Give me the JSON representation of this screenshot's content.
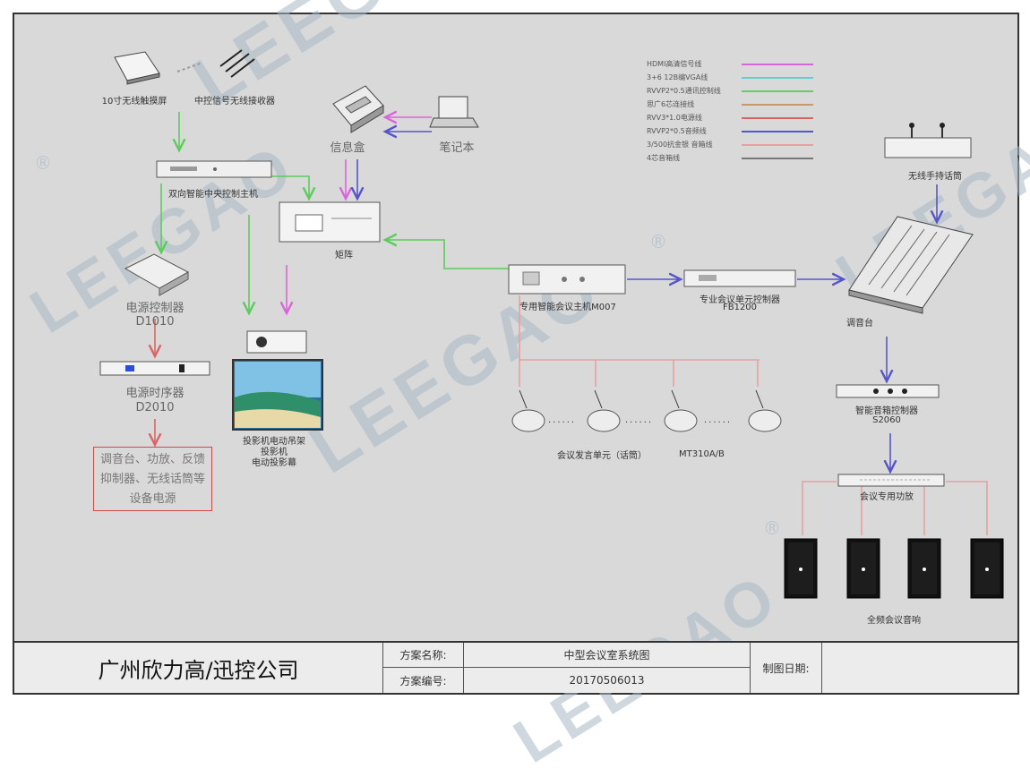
{
  "watermark": {
    "brand": "LEEGAO",
    "registered": "®"
  },
  "devices": {
    "touch_screen": "10寸无线触摸屏",
    "wireless_receiver": "中控信号无线接收器",
    "info_box": "信息盒",
    "laptop": "笔记本",
    "central_controller": "双向智能中央控制主机",
    "matrix": "矩阵",
    "power_controller": {
      "name": "电源控制器",
      "model": "D1010"
    },
    "power_sequencer": {
      "name": "电源时序器",
      "model": "D2010"
    },
    "power_note": "调音台、功放、反馈抑制器、无线话筒等设备电源",
    "projector": {
      "line1": "投影机电动吊架",
      "line2": "投影机",
      "line3": "电动投影幕"
    },
    "conference_host": "专用智能会议主机M007",
    "unit_controller": {
      "name": "专业会议单元控制器",
      "model": "FB1200"
    },
    "mixer": "调音台",
    "wireless_mic": "无线手持话筒",
    "speech_units": {
      "label": "会议发言单元（话筒）",
      "model": "MT310A/B",
      "dots": "......"
    },
    "speaker_controller": {
      "name": "智能音箱控制器",
      "model": "S2060"
    },
    "amplifier": "会议专用功放",
    "speakers": "全频会议音响"
  },
  "legend": [
    {
      "label": "HDMI高清信号线",
      "color": "#d966d9"
    },
    {
      "label": "3+6 12B编VGA线",
      "color": "#66cccc"
    },
    {
      "label": "RVVP2*0.5通讯控制线",
      "color": "#66cc66"
    },
    {
      "label": "思广6芯连接线",
      "color": "#cc9966"
    },
    {
      "label": "RVV3*1.0电源线",
      "color": "#d96666"
    },
    {
      "label": "RVVP2*0.5音频线",
      "color": "#5555cc"
    },
    {
      "label": "3/500抗金银 音箱线",
      "color": "#e8a0a0"
    },
    {
      "label": "4芯音箱线",
      "color": "#777777"
    }
  ],
  "title_block": {
    "company": "广州欣力高/迅控公司",
    "scheme_name_label": "方案名称:",
    "scheme_name": "中型会议室系统图",
    "scheme_no_label": "方案编号:",
    "scheme_no": "20170506013",
    "date_label": "制图日期:",
    "date_value": ""
  }
}
